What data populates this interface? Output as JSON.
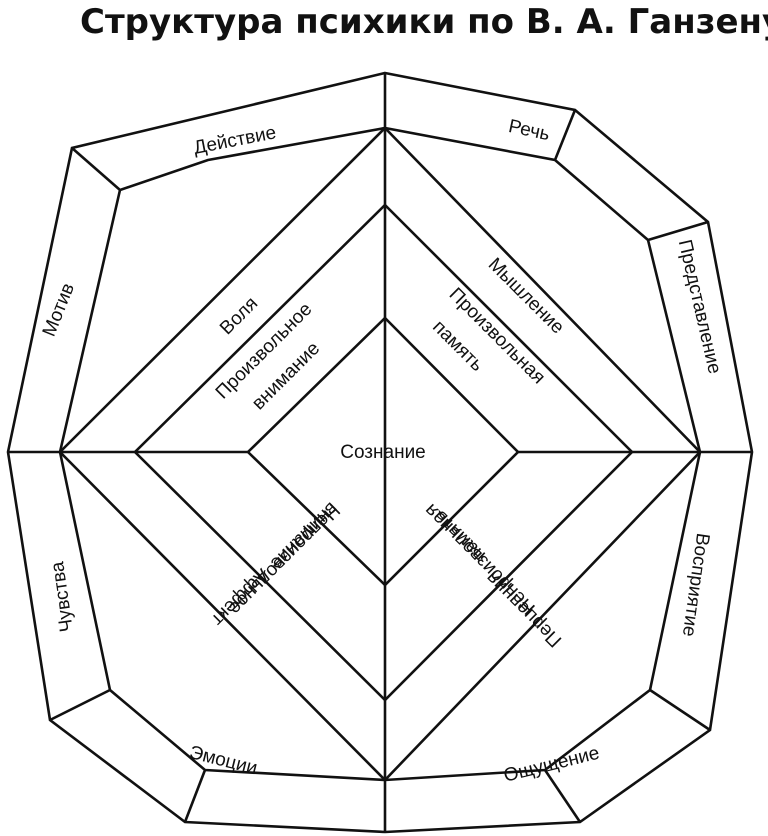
{
  "title": "Структура психики по В. А. Ганзену",
  "center": "Сознание",
  "outer_ring": {
    "top_left": "Действие",
    "top_right": "Речь",
    "right_top": "Представление",
    "right_bottom": "Восприятие",
    "bottom_right": "Ощущение",
    "bottom_left": "Эмоции",
    "left_bottom": "Чувства",
    "left_top": "Мотив"
  },
  "middle_ring": {
    "upper_left": "Воля",
    "upper_right": "Мышление",
    "lower_right": "Перцепция",
    "lower_left": "Аффект"
  },
  "inner_ring": {
    "upper_left": [
      "Произвольное",
      "внимание"
    ],
    "upper_right": [
      "Произвольная",
      "память"
    ],
    "lower_right": [
      "Непроизвольная",
      "память"
    ],
    "lower_left": [
      "Непроизвольное",
      "внимание"
    ]
  },
  "colors": {
    "line": "#111111",
    "background": "#ffffff"
  }
}
